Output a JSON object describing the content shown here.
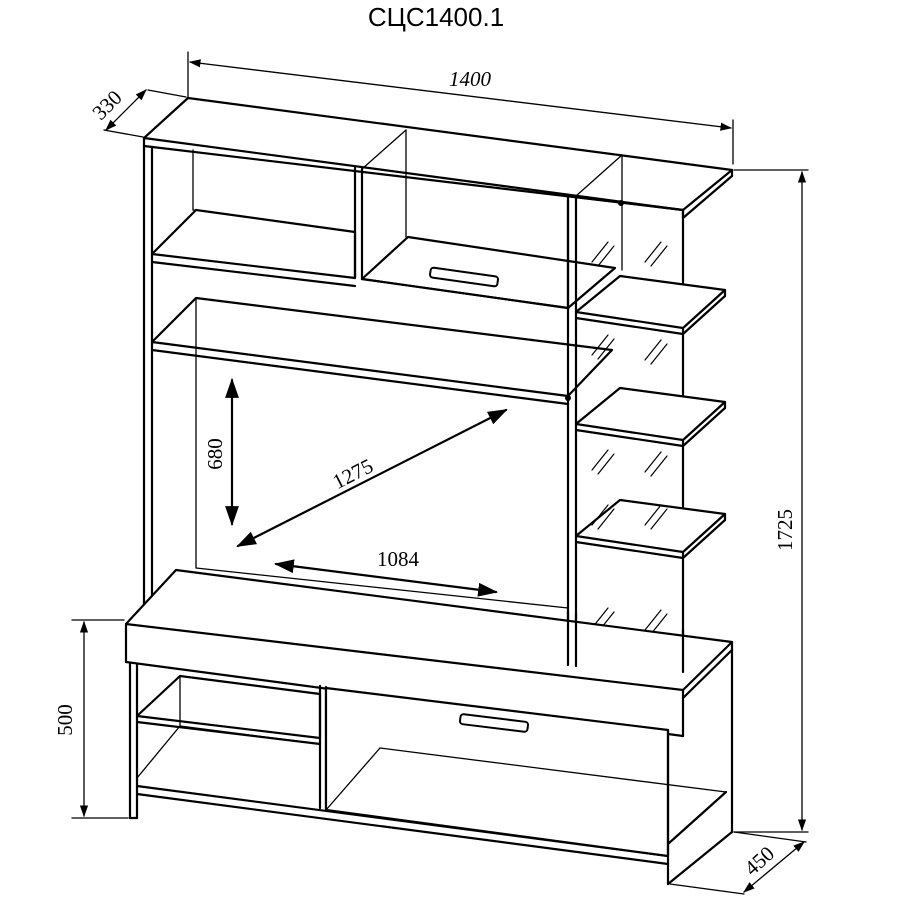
{
  "title": "СЦС1400.1",
  "dimensions": {
    "width": "1400",
    "depth_top": "330",
    "height_total": "1725",
    "depth_base": "450",
    "base_height": "500",
    "tv_height": "680",
    "tv_diagonal": "1275",
    "tv_width": "1084"
  }
}
